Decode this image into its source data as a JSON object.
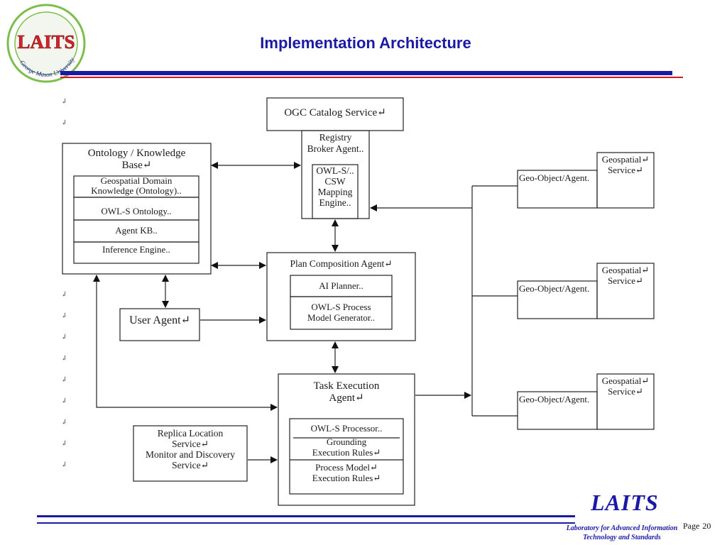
{
  "slide": {
    "title": "Implementation Architecture",
    "page_label": "Page",
    "page_number": "20"
  },
  "logo": {
    "text": "LAITS",
    "ring_text": "George Mason University"
  },
  "footer": {
    "logo_text": "LAITS",
    "org_line1": "Laboratory for Advanced Information",
    "org_line2": "Technology and Standards"
  },
  "diagram": {
    "ogc_catalog": "OGC Catalog Service↵",
    "registry_broker": [
      "Registry",
      "Broker Agent.."
    ],
    "owls_csw": [
      "OWL-S/..",
      "CSW",
      "Mapping",
      "Engine.."
    ],
    "ontology_kb_title": [
      "Ontology / Knowledge",
      "Base↵"
    ],
    "ontology_items": [
      [
        "Geospatial Domain",
        "Knowledge (Ontology).."
      ],
      [
        "OWL-S Ontology.."
      ],
      [
        "Agent KB.."
      ],
      [
        "Inference Engine.."
      ]
    ],
    "plan_agent_title": "Plan Composition Agent↵",
    "plan_items": [
      [
        "AI Planner.."
      ],
      [
        "OWL-S Process",
        "Model Generator.."
      ]
    ],
    "user_agent": "User Agent↵",
    "task_agent_title": [
      "Task Execution",
      "Agent↵"
    ],
    "task_items": [
      [
        "OWL-S Processor.."
      ],
      [
        "Grounding",
        "Execution Rules↵"
      ],
      [
        "Process Model↵",
        "Execution Rules↵"
      ]
    ],
    "replica_service": [
      "Replica Location",
      "Service↵",
      "Monitor and Discovery",
      "Service↵"
    ],
    "geo_object_agent": "Geo-Object/Agent.",
    "geospatial_service": [
      "Geospatial↵",
      "Service↵"
    ],
    "paragraph_mark": "↲"
  },
  "colors": {
    "title_blue": "#1a1aa6",
    "rule_red": "#d21a1a",
    "logo_red": "#d2232a",
    "logo_ring_green": "#7bbf4a"
  }
}
